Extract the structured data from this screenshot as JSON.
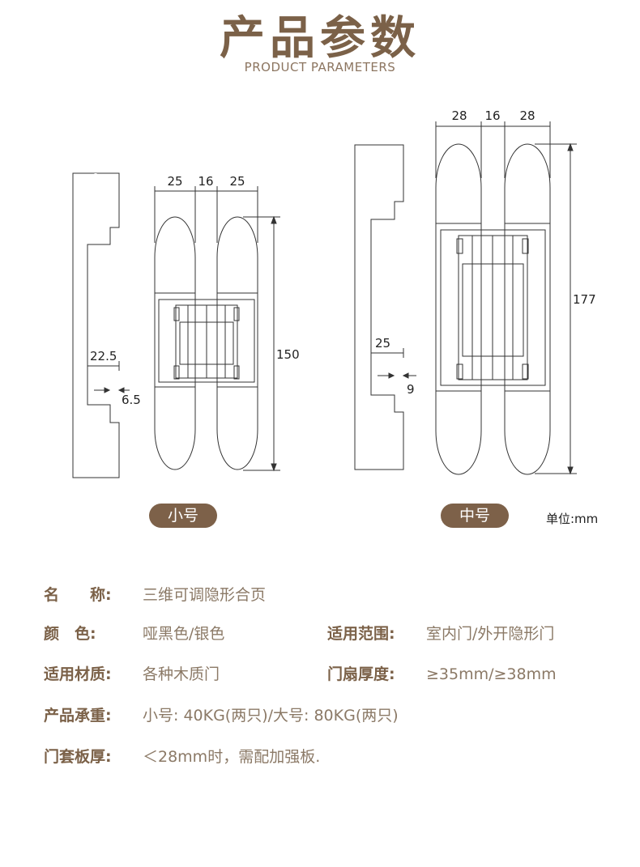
{
  "header": {
    "title": "产品参数",
    "subtitle": "PRODUCT PARAMETERS"
  },
  "diagram": {
    "small": {
      "label": "小号",
      "dims": {
        "w1": "25",
        "gap": "16",
        "w2": "25",
        "height": "150",
        "depth": "22.5",
        "notch": "6.5"
      }
    },
    "medium": {
      "label": "中号",
      "dims": {
        "w1": "28",
        "gap": "16",
        "w2": "28",
        "height": "177",
        "depth": "25",
        "notch": "9"
      }
    },
    "unit": "单位:mm"
  },
  "specs": [
    {
      "key": "名　　称:",
      "value": "三维可调隐形合页"
    },
    {
      "key": "颜　色:",
      "value": "哑黑色/银色"
    },
    {
      "key": "适用范围:",
      "value": "室内门/外开隐形门"
    },
    {
      "key": "适用材质:",
      "value": "各种木质门"
    },
    {
      "key": "门扇厚度:",
      "value": "≥35mm/≥38mm"
    },
    {
      "key": "产品承重:",
      "value": "小号: 40KG(两只)/大号: 80KG(两只)"
    },
    {
      "key": "门套板厚:",
      "value": "＜28mm时，需配加强板."
    }
  ],
  "colors": {
    "brand": "#7b6148",
    "pill": "#7d6149",
    "text": "#8b7966"
  }
}
